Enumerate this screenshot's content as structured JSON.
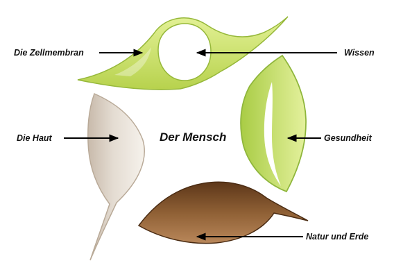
{
  "diagram": {
    "center_label": "Der Mensch",
    "labels": {
      "cell_membrane": "Die Zellmembran",
      "knowledge": "Wissen",
      "skin": "Die Haut",
      "health": "Gesundheit",
      "nature": "Natur und Erde"
    },
    "colors": {
      "green_light": "#dcec8a",
      "green_mid": "#b3d24a",
      "green_dark": "#8db43a",
      "beige_light": "#efe9e1",
      "beige_dark": "#c9bcae",
      "brown_light": "#9b6b3e",
      "brown_dark": "#5d3719",
      "arrow": "#000000",
      "text": "#111111"
    }
  }
}
